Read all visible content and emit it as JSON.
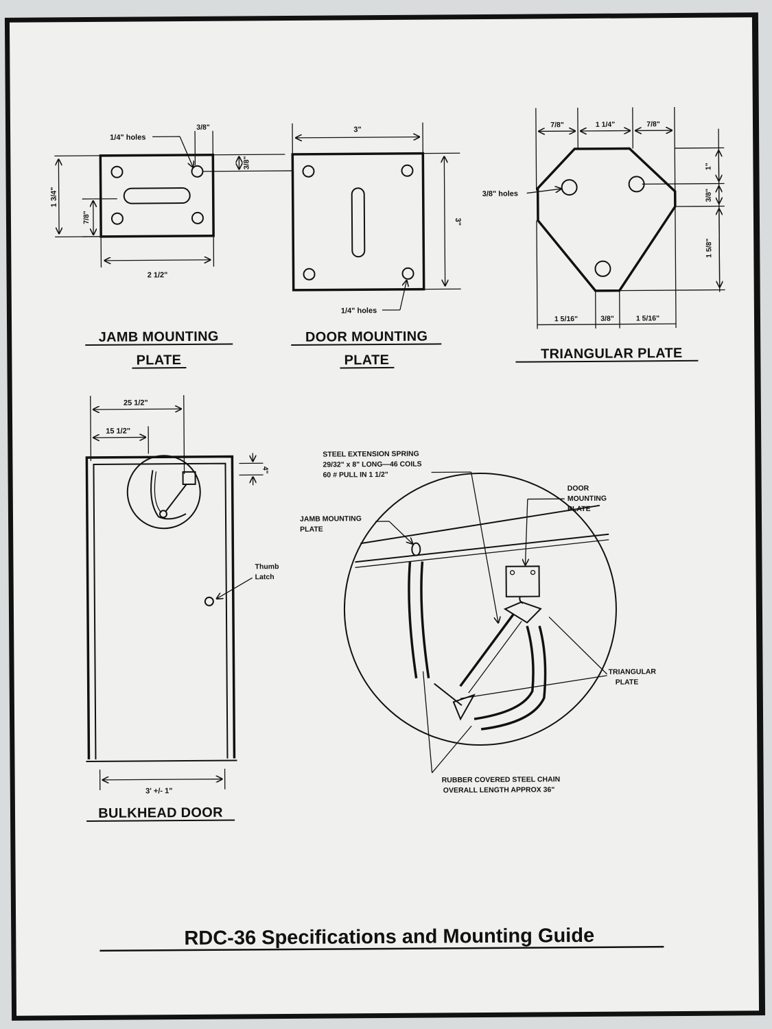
{
  "document": {
    "title": "RDC-36 Specifications and Mounting Guide"
  },
  "jamb_plate": {
    "title_line1": "JAMB MOUNTING",
    "title_line2": "PLATE",
    "holes_label": "1/4\" holes",
    "dim_top": "3/8\"",
    "dim_side_right": "3/8\"",
    "dim_height": "1 3/4\"",
    "dim_hole_spacing": "7/8\"",
    "dim_width": "2 1/2\""
  },
  "door_plate": {
    "title_line1": "DOOR MOUNTING",
    "title_line2": "PLATE",
    "dim_width": "3\"",
    "dim_height": "3\"",
    "holes_label": "1/4\" holes"
  },
  "triangular_plate": {
    "title": "TRIANGULAR PLATE",
    "dim_top_left": "7/8\"",
    "dim_top_mid": "1  1/4\"",
    "dim_top_right": "7/8\"",
    "holes_label": "3/8\" holes",
    "dim_right_top": "1\"",
    "dim_right_mid": "3/8\"",
    "dim_right_bottom": "1 5/8\"",
    "dim_bottom_left": "1  5/16\"",
    "dim_bottom_mid": "3/8\"",
    "dim_bottom_right": "1  5/16\""
  },
  "bulkhead_door": {
    "title": "BULKHEAD DOOR",
    "dim_outer": "25 1/2\"",
    "dim_inner": "15 1/2\"",
    "dim_drop": "4\"",
    "latch_line1": "Thumb",
    "latch_line2": "Latch",
    "dim_width": "3'   +/- 1\""
  },
  "detail": {
    "spring_line1": "STEEL EXTENSION SPRING",
    "spring_line2": "29/32\" x 8\" LONG—46 COILS",
    "spring_line3": "60 # PULL IN 1 1/2\"",
    "door_plate_line1": "DOOR",
    "door_plate_line2": "MOUNTING",
    "door_plate_line3": "PLATE",
    "jamb_line1": "JAMB MOUNTING",
    "jamb_line2": "PLATE",
    "tri_line1": "TRIANGULAR",
    "tri_line2": "PLATE",
    "chain_line1": "RUBBER COVERED STEEL CHAIN",
    "chain_line2": "OVERALL LENGTH APPROX  36\""
  }
}
